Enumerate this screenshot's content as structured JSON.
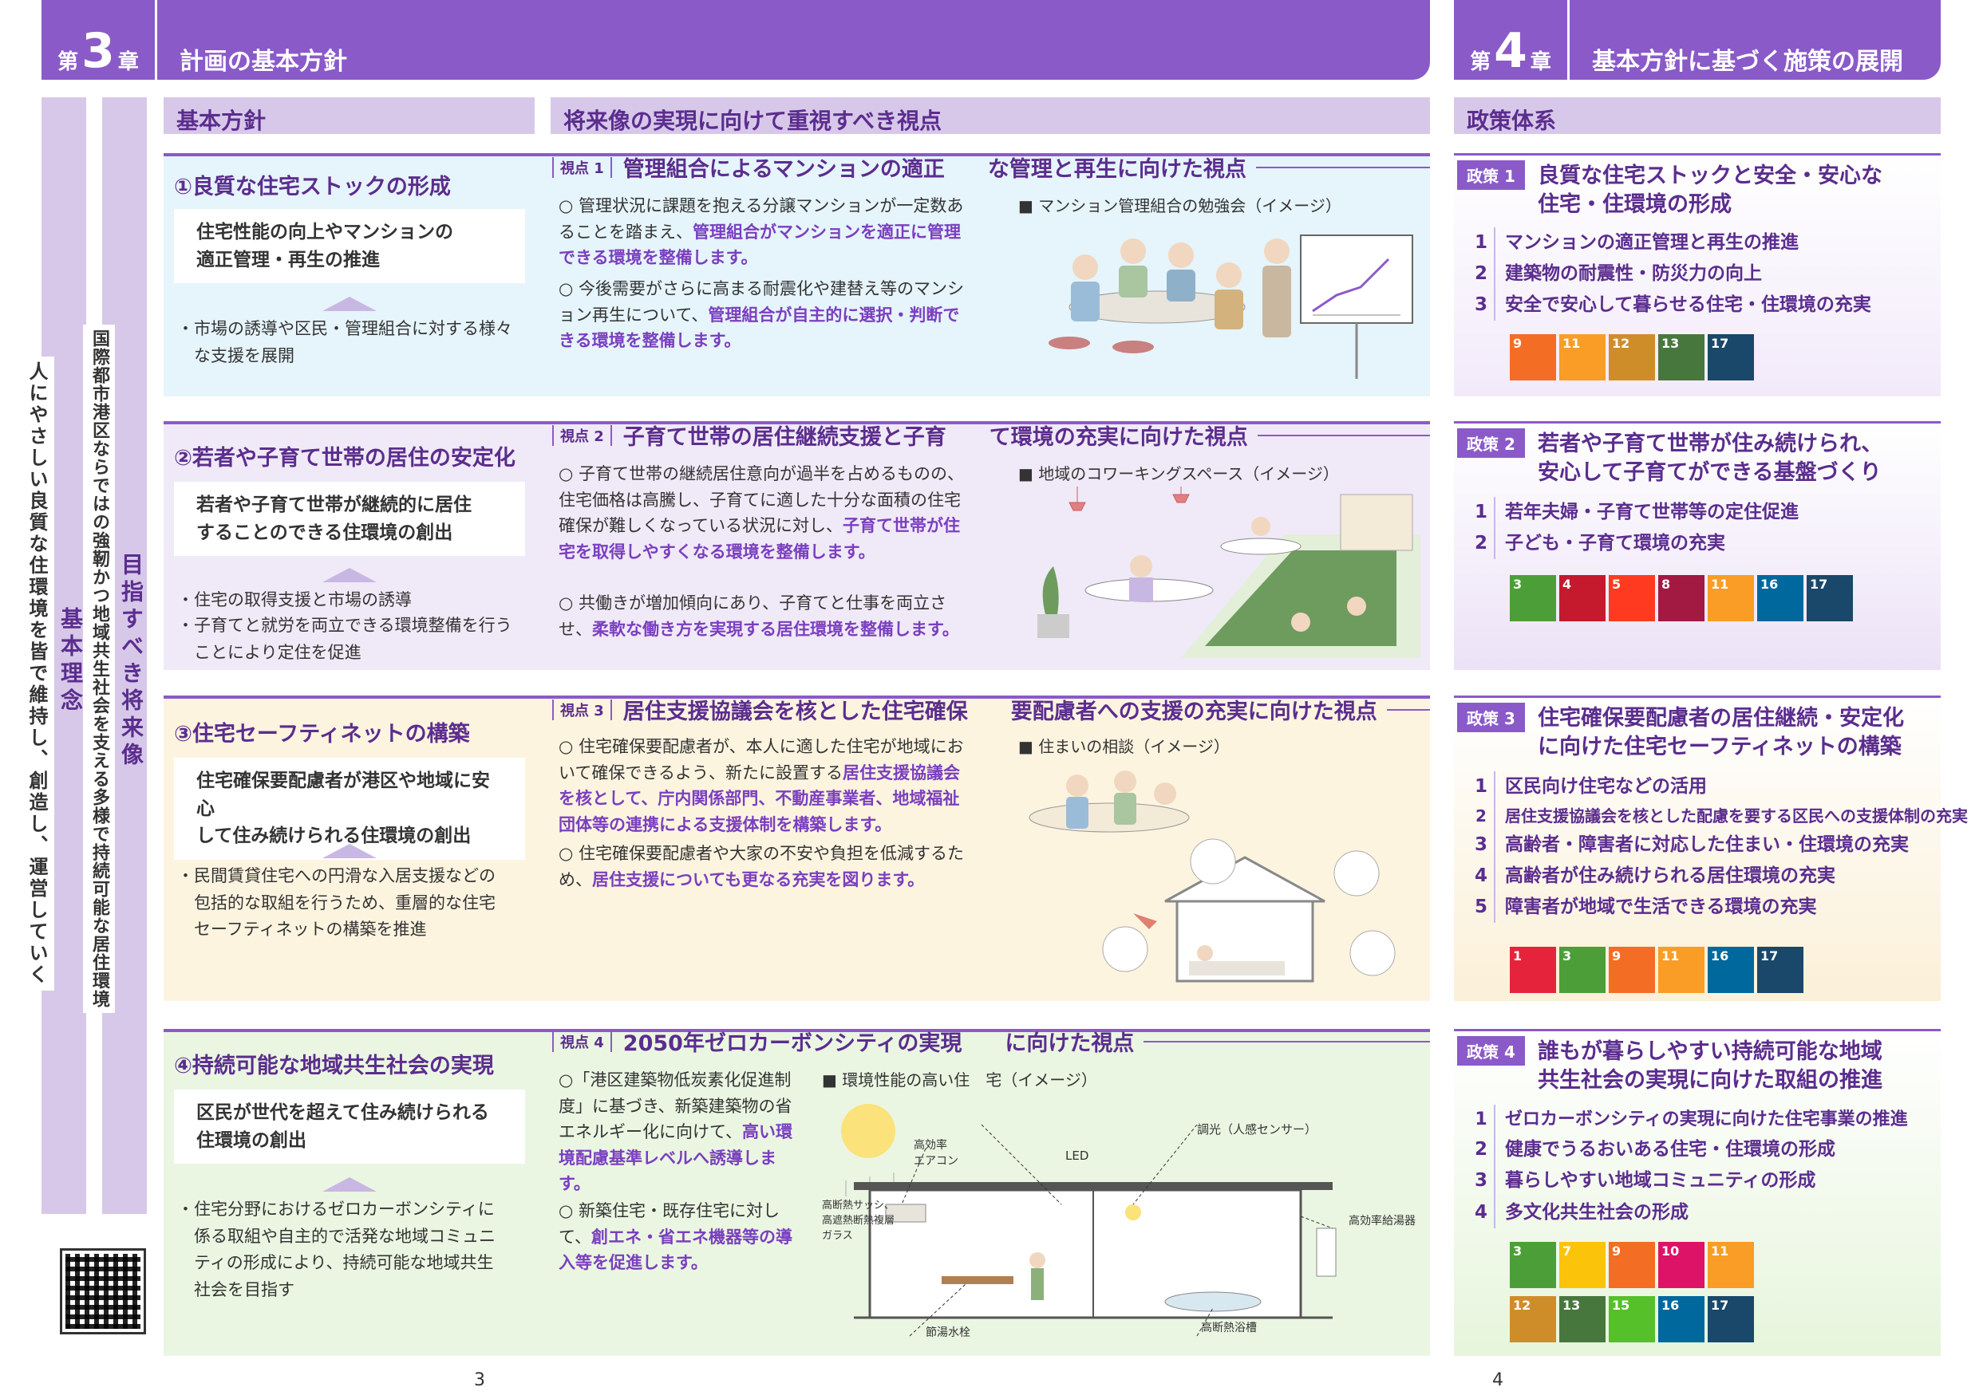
{
  "left_header": {
    "chapter_prefix": "第",
    "chapter_num": "3",
    "chapter_suffix": "章",
    "title": "計画の基本方針"
  },
  "right_header": {
    "chapter_prefix": "第",
    "chapter_num": "4",
    "chapter_suffix": "章",
    "title": "基本方針に基づく施策の展開"
  },
  "column_headers": {
    "basic_policy": "基本方針",
    "viewpoints": "将来像の実現に向けて重視すべき視点",
    "policy_system": "政策体系"
  },
  "vertical": {
    "basic_idea_label": "基本理念",
    "basic_idea_text": "人にやさしい良質な住環境を皆で維持し、創造し、運営していく",
    "target_label": "目指すべき将来像",
    "target_text": "国際都市港区ならではの強靭かつ地域共生社会を支える多様で持続可能な居住環境"
  },
  "policies": [
    {
      "title": "①良質な住宅ストックの形成",
      "goal": "住宅性能の向上やマンションの\n適正管理・再生の推進",
      "bullets": [
        "・市場の誘導や区民・管理組合に対する様々\n　な支援を展開"
      ],
      "view_tag": "視点 1",
      "view_title": "管理組合によるマンションの適正　　な管理と再生に向けた視点",
      "paragraphs": [
        {
          "pre": "○ 管理状況に課題を抱える分譲マンションが一定数あることを踏まえ、",
          "hl": "管理組合がマンションを適正に管理できる環境を整備します。",
          "post": ""
        },
        {
          "pre": "○ 今後需要がさらに高まる耐震化や建替え等のマンション再生について、",
          "hl": "管理組合が自主的に選択・判断できる環境を整備します。",
          "post": ""
        }
      ],
      "image_caption": "■ マンション管理組合の勉強会（イメージ）"
    },
    {
      "title": "②若者や子育て世帯の居住の安定化",
      "goal": "若者や子育て世帯が継続的に居住\nすることのできる住環境の創出",
      "bullets": [
        "・住宅の取得支援と市場の誘導",
        "・子育てと就労を両立できる環境整備を行う\n　ことにより定住を促進"
      ],
      "view_tag": "視点 2",
      "view_title": "子育て世帯の居住継続支援と子育　　て環境の充実に向けた視点",
      "paragraphs": [
        {
          "pre": "○ 子育て世帯の継続居住意向が過半を占めるものの、住宅価格は高騰し、子育てに適した十分な面積の住宅確保が難しくなっている状況に対し、",
          "hl": "子育て世帯が住宅を取得しやすくなる環境を整備します。",
          "post": ""
        },
        {
          "pre": "○ 共働きが増加傾向にあり、子育てと仕事を両立させ、",
          "hl": "柔軟な働き方を実現する居住環境を整備します。",
          "post": ""
        }
      ],
      "image_caption": "■ 地域のコワーキングスペース（イメージ）"
    },
    {
      "title": "③住宅セーフティネットの構築",
      "goal": "住宅確保要配慮者が港区や地域に安心\nして住み続けられる住環境の創出",
      "bullets": [
        "・民間賃貸住宅への円滑な入居支援などの\n　包括的な取組を行うため、重層的な住宅\n　セーフティネットの構築を推進"
      ],
      "view_tag": "視点 3",
      "view_title": "居住支援協議会を核とした住宅確保　　要配慮者への支援の充実に向けた視点",
      "paragraphs": [
        {
          "pre": "○ 住宅確保要配慮者が、本人に適した住宅が地域において確保できるよう、新たに設置する",
          "hl": "居住支援協議会を核として、庁内関係部門、不動産事業者、地域福祉団体等の連携による支援体制を構築します。",
          "post": ""
        },
        {
          "pre": "○ 住宅確保要配慮者や大家の不安や負担を低減するため、",
          "hl": "居住支援についても更なる充実を図ります。",
          "post": ""
        }
      ],
      "image_caption": "■ 住まいの相談（イメージ）"
    },
    {
      "title": "④持続可能な地域共生社会の実現",
      "goal": "区民が世代を超えて住み続けられる\n住環境の創出",
      "bullets": [
        "・住宅分野におけるゼロカーボンシティに\n　係る取組や自主的で活発な地域コミュニ\n　ティの形成により、持続可能な地域共生\n　社会を目指す"
      ],
      "view_tag": "視点 4",
      "view_title": "2050年ゼロカーボンシティの実現　　に向けた視点",
      "paragraphs": [
        {
          "pre": "○「港区建築物低炭素化促進制度」に基づき、新築建築物の省エネルギー化に向けて、",
          "hl": "高い環境配慮基準レベルへ誘導します。",
          "post": ""
        },
        {
          "pre": "○ 新築住宅・既存住宅に対して、",
          "hl": "創エネ・省エネ機器等の導入等を促進します。",
          "post": ""
        }
      ],
      "image_caption": "■ 環境性能の高い住　宅（イメージ）",
      "house_labels": {
        "aircon": "高効率\nエアコン",
        "led": "LED",
        "light": "調光（人感センサー）",
        "sash": "高断熱サッシ、\n高遮熱断熱複層\nガラス",
        "heater": "高効率給湯器",
        "faucet": "節湯水栓",
        "bath": "高断熱浴槽"
      }
    }
  ],
  "policy_system": [
    {
      "tag": "政策 1",
      "title": "良質な住宅ストックと安全・安心な\n住宅・住環境の形成",
      "items": [
        "マンションの適正管理と再生の推進",
        "建築物の耐震性・防災力の向上",
        "安全で安心して暮らせる住宅・住環境の充実"
      ],
      "sdgs": [
        {
          "n": "9",
          "c": "#f36d25"
        },
        {
          "n": "11",
          "c": "#f99d26"
        },
        {
          "n": "12",
          "c": "#cf8d2a"
        },
        {
          "n": "13",
          "c": "#48773e"
        },
        {
          "n": "17",
          "c": "#19486a"
        }
      ]
    },
    {
      "tag": "政策 2",
      "title": "若者や子育て世帯が住み続けられ、\n安心して子育てができる基盤づくり",
      "items": [
        "若年夫婦・子育て世帯等の定住促進",
        "子ども・子育て環境の充実"
      ],
      "sdgs": [
        {
          "n": "3",
          "c": "#4c9f38"
        },
        {
          "n": "4",
          "c": "#c5192d"
        },
        {
          "n": "5",
          "c": "#ff3a21"
        },
        {
          "n": "8",
          "c": "#a21942"
        },
        {
          "n": "11",
          "c": "#f99d26"
        },
        {
          "n": "16",
          "c": "#00689d"
        },
        {
          "n": "17",
          "c": "#19486a"
        }
      ]
    },
    {
      "tag": "政策 3",
      "title": "住宅確保要配慮者の居住継続・安定化\nに向けた住宅セーフティネットの構築",
      "items": [
        "区民向け住宅などの活用",
        "居住支援協議会を核とした配慮を要する区民への支援体制の充実",
        "高齢者・障害者に対応した住まい・住環境の充実",
        "高齢者が住み続けられる居住環境の充実",
        "障害者が地域で生活できる環境の充実"
      ],
      "sdgs": [
        {
          "n": "1",
          "c": "#e5243b"
        },
        {
          "n": "3",
          "c": "#4c9f38"
        },
        {
          "n": "9",
          "c": "#f36d25"
        },
        {
          "n": "11",
          "c": "#f99d26"
        },
        {
          "n": "16",
          "c": "#00689d"
        },
        {
          "n": "17",
          "c": "#19486a"
        }
      ]
    },
    {
      "tag": "政策 4",
      "title": "誰もが暮らしやすい持続可能な地域\n共生社会の実現に向けた取組の推進",
      "items": [
        "ゼロカーボンシティの実現に向けた住宅事業の推進",
        "健康でうるおいある住宅・住環境の形成",
        "暮らしやすい地域コミュニティの形成",
        "多文化共生社会の形成"
      ],
      "sdgs": [
        {
          "n": "3",
          "c": "#4c9f38"
        },
        {
          "n": "7",
          "c": "#fcc30b"
        },
        {
          "n": "9",
          "c": "#f36d25"
        },
        {
          "n": "10",
          "c": "#dd1367"
        },
        {
          "n": "11",
          "c": "#f99d26"
        },
        {
          "n": "12",
          "c": "#cf8d2a"
        },
        {
          "n": "13",
          "c": "#48773e"
        },
        {
          "n": "15",
          "c": "#56c02b"
        },
        {
          "n": "16",
          "c": "#00689d"
        },
        {
          "n": "17",
          "c": "#19486a"
        }
      ]
    }
  ],
  "page_numbers": {
    "left": "3",
    "right": "4"
  }
}
